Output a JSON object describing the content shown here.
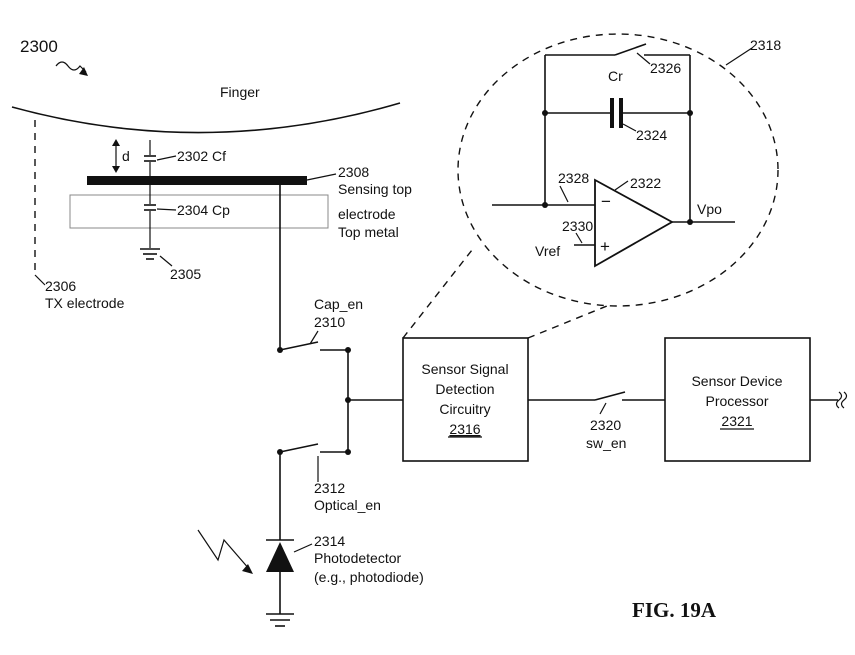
{
  "figure_ref": "2300",
  "finger": {
    "label": "Finger"
  },
  "gap": {
    "label": "d"
  },
  "cap_cf": {
    "label": "2302 Cf"
  },
  "cap_cp": {
    "label": "2304 Cp"
  },
  "sensing_electrode": {
    "ref": "2308",
    "line1": "Sensing top",
    "line2": "electrode",
    "line3": "Top metal"
  },
  "ground_2305": {
    "ref": "2305"
  },
  "tx_electrode": {
    "ref": "2306",
    "label": "TX electrode"
  },
  "switch_cap": {
    "name": "Cap_en",
    "ref": "2310"
  },
  "switch_optical": {
    "ref": "2312",
    "name": "Optical_en"
  },
  "photodetector": {
    "ref": "2314",
    "line1": "Photodetector",
    "line2": "(e.g., photodiode)"
  },
  "detection_block": {
    "line1": "Sensor Signal",
    "line2": "Detection",
    "line3": "Circuitry",
    "ref": "2316"
  },
  "switch_sw": {
    "ref": "2320",
    "name": "sw_en"
  },
  "processor_block": {
    "line1": "Sensor Device",
    "line2": "Processor",
    "ref": "2321"
  },
  "integrator": {
    "callout_ref": "2318",
    "cr_label": "Cr",
    "switch_ref": "2326",
    "cap_ref": "2324",
    "opamp_ref": "2322",
    "input_ref": "2328",
    "plus_input_ref": "2330",
    "vref_label": "Vref",
    "output_label": "Vpo",
    "minus_sign": "−",
    "plus_sign": "+"
  },
  "caption": "FIG. 19A",
  "colors": {
    "ink": "#111111",
    "background": "#ffffff"
  }
}
